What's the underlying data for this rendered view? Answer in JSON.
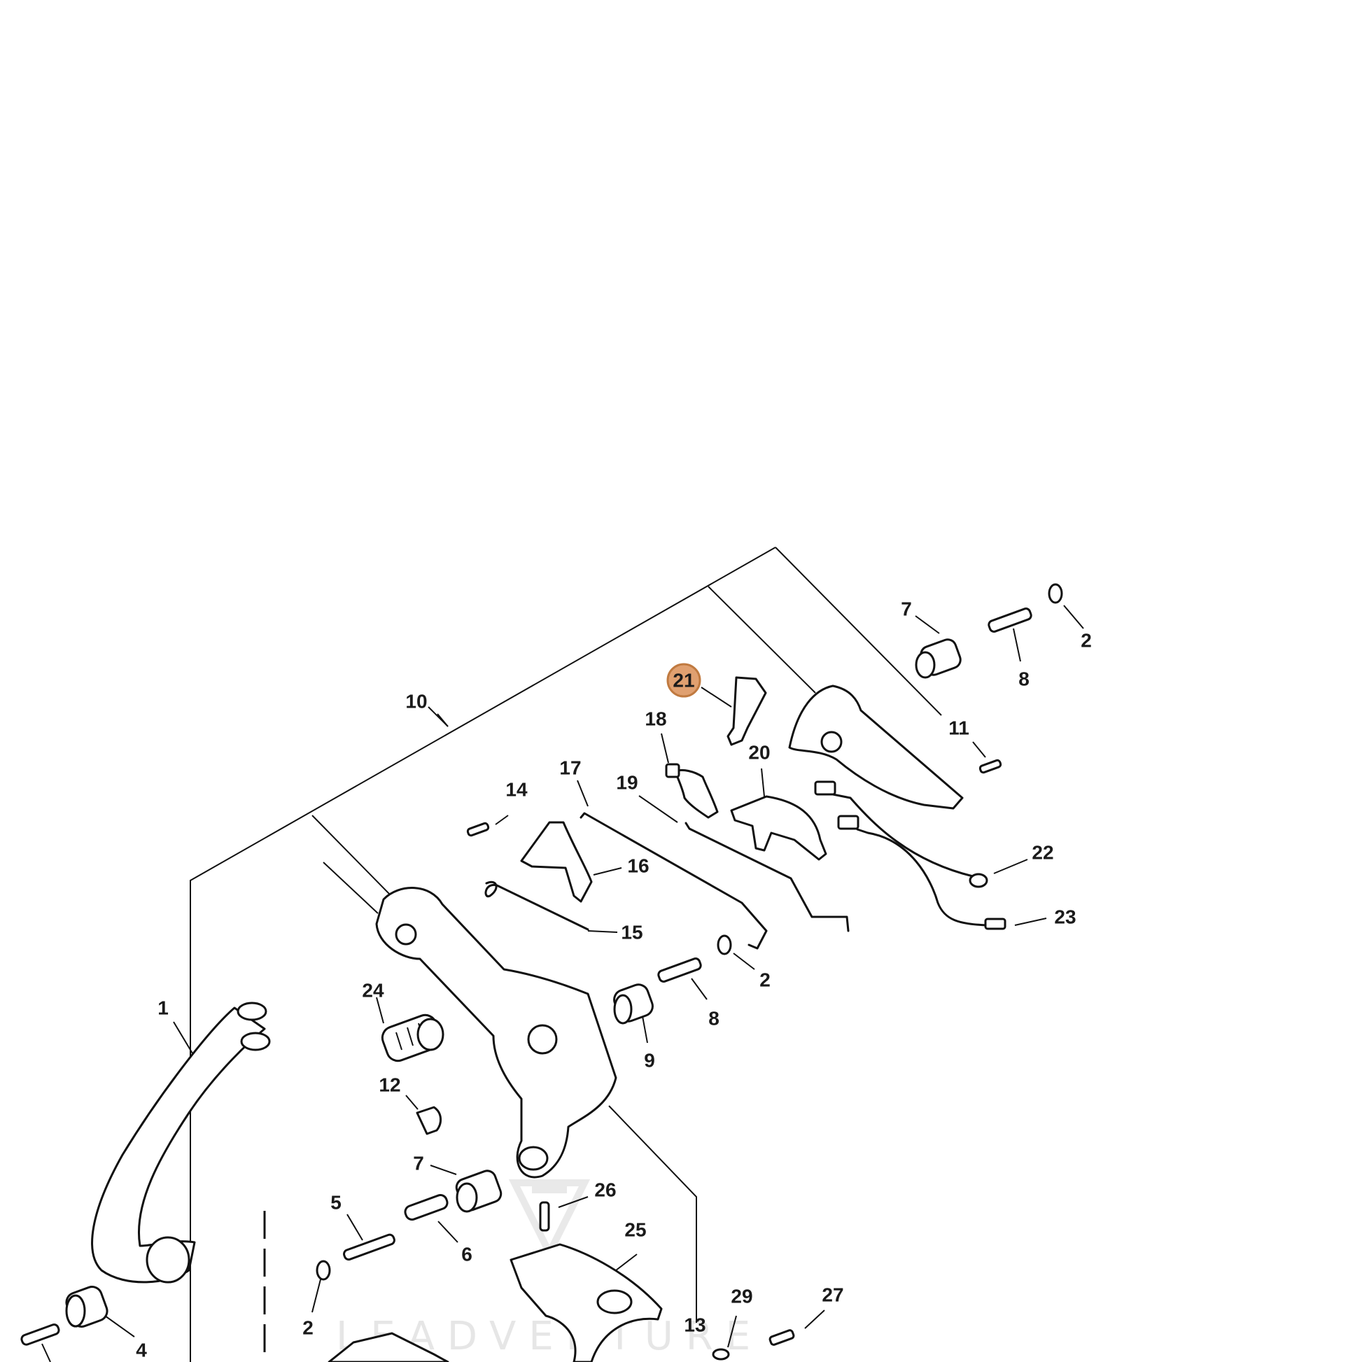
{
  "watermark": {
    "text": "LEADVENTURE"
  },
  "colors": {
    "highlight_fill": "#e0a070",
    "highlight_stroke": "#c07a40",
    "ink": "#111111"
  },
  "highlighted_part": "21",
  "callouts": [
    {
      "id": "c21",
      "label": "21",
      "highlighted": true
    },
    {
      "id": "c1",
      "label": "1"
    },
    {
      "id": "c2a",
      "label": "2"
    },
    {
      "id": "c2b",
      "label": "2"
    },
    {
      "id": "c2c",
      "label": "2"
    },
    {
      "id": "c4",
      "label": "4"
    },
    {
      "id": "c5",
      "label": "5"
    },
    {
      "id": "c6",
      "label": "6"
    },
    {
      "id": "c7a",
      "label": "7"
    },
    {
      "id": "c7b",
      "label": "7"
    },
    {
      "id": "c8a",
      "label": "8"
    },
    {
      "id": "c8b",
      "label": "8"
    },
    {
      "id": "c9",
      "label": "9"
    },
    {
      "id": "c10",
      "label": "10"
    },
    {
      "id": "c11",
      "label": "11"
    },
    {
      "id": "c12",
      "label": "12"
    },
    {
      "id": "c13",
      "label": "13"
    },
    {
      "id": "c14",
      "label": "14"
    },
    {
      "id": "c15",
      "label": "15"
    },
    {
      "id": "c16",
      "label": "16"
    },
    {
      "id": "c17",
      "label": "17"
    },
    {
      "id": "c18",
      "label": "18"
    },
    {
      "id": "c19",
      "label": "19"
    },
    {
      "id": "c20",
      "label": "20"
    },
    {
      "id": "c22",
      "label": "22"
    },
    {
      "id": "c23",
      "label": "23"
    },
    {
      "id": "c24",
      "label": "24"
    },
    {
      "id": "c25",
      "label": "25"
    },
    {
      "id": "c26",
      "label": "26"
    },
    {
      "id": "c27",
      "label": "27"
    },
    {
      "id": "c29",
      "label": "29"
    }
  ]
}
